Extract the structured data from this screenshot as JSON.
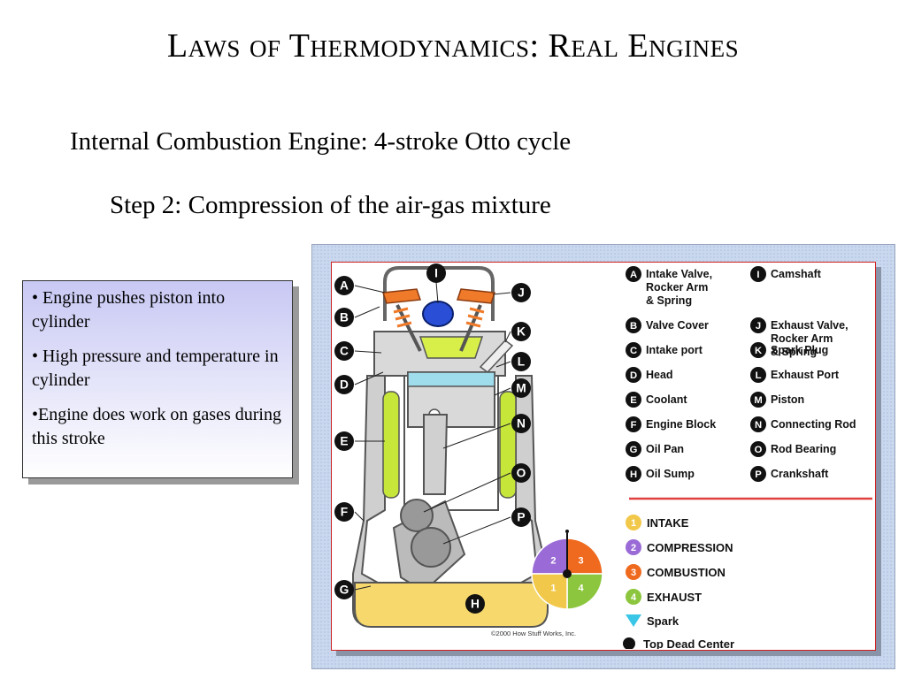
{
  "title": "Laws of Thermodynamics: Real Engines",
  "subtitle": "Internal Combustion Engine: 4-stroke Otto cycle",
  "step": "Step 2: Compression of the air-gas mixture",
  "bullets": [
    "• Engine pushes piston into cylinder",
    "• High pressure and temperature in cylinder",
    "•Engine does work on gases during this stroke"
  ],
  "diagram": {
    "callouts": [
      "A",
      "B",
      "C",
      "D",
      "E",
      "F",
      "G",
      "H",
      "I",
      "J",
      "K",
      "L",
      "M",
      "N",
      "O",
      "P"
    ],
    "legend_left": [
      {
        "key": "A",
        "text": [
          "Intake Valve,",
          "Rocker Arm",
          "& Spring"
        ]
      },
      {
        "key": "B",
        "text": [
          "Valve Cover"
        ]
      },
      {
        "key": "C",
        "text": [
          "Intake port"
        ]
      },
      {
        "key": "D",
        "text": [
          "Head"
        ]
      },
      {
        "key": "E",
        "text": [
          "Coolant"
        ]
      },
      {
        "key": "F",
        "text": [
          "Engine Block"
        ]
      },
      {
        "key": "G",
        "text": [
          "Oil Pan"
        ]
      },
      {
        "key": "H",
        "text": [
          "Oil Sump"
        ]
      }
    ],
    "legend_right": [
      {
        "key": "I",
        "text": [
          "Camshaft"
        ]
      },
      {
        "key": "J",
        "text": [
          "Exhaust Valve,",
          "Rocker Arm",
          "& Spring"
        ]
      },
      {
        "key": "K",
        "text": [
          "Spark Plug"
        ]
      },
      {
        "key": "L",
        "text": [
          "Exhaust Port"
        ]
      },
      {
        "key": "M",
        "text": [
          "Piston"
        ]
      },
      {
        "key": "N",
        "text": [
          "Connecting Rod"
        ]
      },
      {
        "key": "O",
        "text": [
          "Rod Bearing"
        ]
      },
      {
        "key": "P",
        "text": [
          "Crankshaft"
        ]
      }
    ],
    "strokes": [
      {
        "num": "1",
        "label": "INTAKE",
        "color": "#f2c84a"
      },
      {
        "num": "2",
        "label": "COMPRESSION",
        "color": "#9a6bd6"
      },
      {
        "num": "3",
        "label": "COMBUSTION",
        "color": "#ef6a1e"
      },
      {
        "num": "4",
        "label": "EXHAUST",
        "color": "#8cc63e"
      }
    ],
    "spark_label": "Spark",
    "tdc_label": "Top Dead Center",
    "copyright": "©2000 How Stuff Works, Inc.",
    "colors": {
      "coolant": "#c6e63a",
      "oil": "#f6d86c",
      "rocker": "#ef7a2a",
      "camshaft": "#2a4fd6",
      "piston_top": "#9fdcec",
      "engine_gray": "#cfcfcf",
      "legend_divider": "#e04040"
    }
  }
}
